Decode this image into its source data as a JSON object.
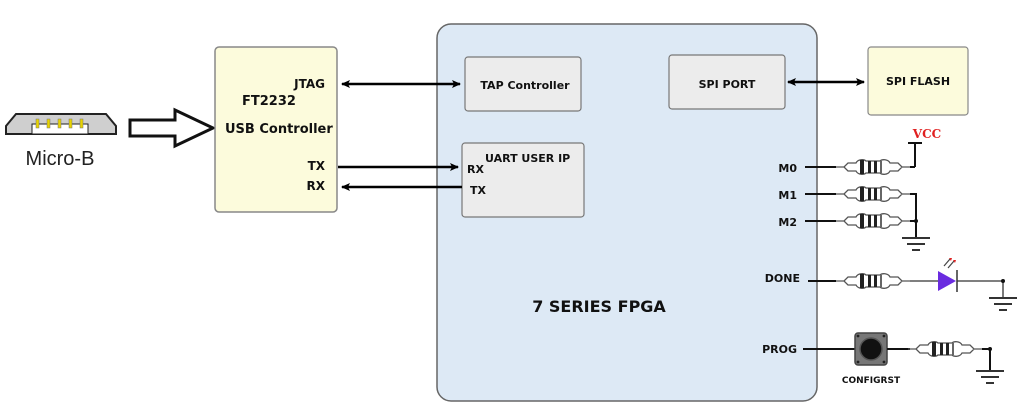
{
  "connector": {
    "label": "Micro-B"
  },
  "usb_controller": {
    "title": "FT2232",
    "subtitle": "USB Controller",
    "pins": {
      "jtag": "JTAG",
      "tx": "TX",
      "rx": "RX"
    }
  },
  "fpga": {
    "title": "7 SERIES FPGA",
    "tap": "TAP Controller",
    "spi_port": "SPI PORT",
    "uart": {
      "title": "UART USER IP",
      "rx": "RX",
      "tx": "TX"
    },
    "pins": {
      "m0": "M0",
      "m1": "M1",
      "m2": "M2",
      "done": "DONE",
      "prog": "PROG"
    }
  },
  "spi_flash": {
    "label": "SPI FLASH"
  },
  "power": {
    "vcc": "VCC"
  },
  "button": {
    "label": "CONFIGRST"
  },
  "colors": {
    "yellow_box": "#fcfbdc",
    "fpga_fill": "#dde9f5",
    "gray_box": "#ececec",
    "vcc_text": "#e02020",
    "led": "#6a2be0"
  }
}
